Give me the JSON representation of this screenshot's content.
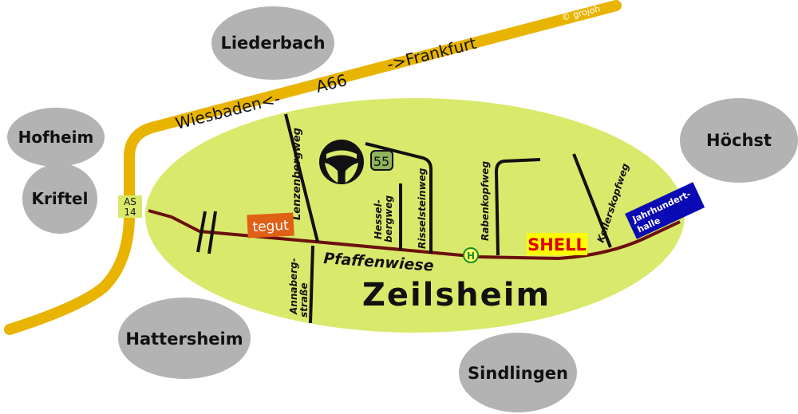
{
  "copyright": "© grojoh",
  "district": "Zeilsheim",
  "area_label": "Pfaffenwiese",
  "neighbors": {
    "liederbach": "Liederbach",
    "hofheim": "Hofheim",
    "kriftel": "Kriftel",
    "hattersheim": "Hattersheim",
    "sindlingen": "Sindlingen",
    "hoechst": "Höchst"
  },
  "highway": {
    "west": "Wiesbaden<-",
    "number": "A66",
    "east": "->Frankfurt",
    "exit_line1": "AS",
    "exit_line2": "14",
    "color": "#e8b400"
  },
  "streets": {
    "lenzenbergweg": "Lenzenbergweg",
    "annabergstrasse_1": "Annaberg-",
    "annabergstrasse_2": "straße",
    "hesselbergweg_1": "Hessel-",
    "hesselbergweg_2": "bergweg",
    "risselsteinweg": "Risselsteinweg",
    "rabenkopfweg": "Rabenkopfweg",
    "kellerskopfweg": "Kellerskopfweg"
  },
  "pois": {
    "tegut": "tegut",
    "shell": "SHELL",
    "jahrhunderthalle_1": "Jahrhundert-",
    "jahrhunderthalle_2": "halle",
    "bus_stop": "H",
    "route_number": "55"
  },
  "colors": {
    "district_fill": "#d9e96b",
    "neighbor_fill": "#b3b3b3",
    "main_road": "#6b0f0f",
    "tegut": "#e06018",
    "shell_bg": "#ffff00",
    "shell_text": "#dd0000",
    "jahrhunderthalle": "#0a0ab4",
    "bus_stop": "#1a8c2a",
    "route_badge": "#8fb35a"
  }
}
